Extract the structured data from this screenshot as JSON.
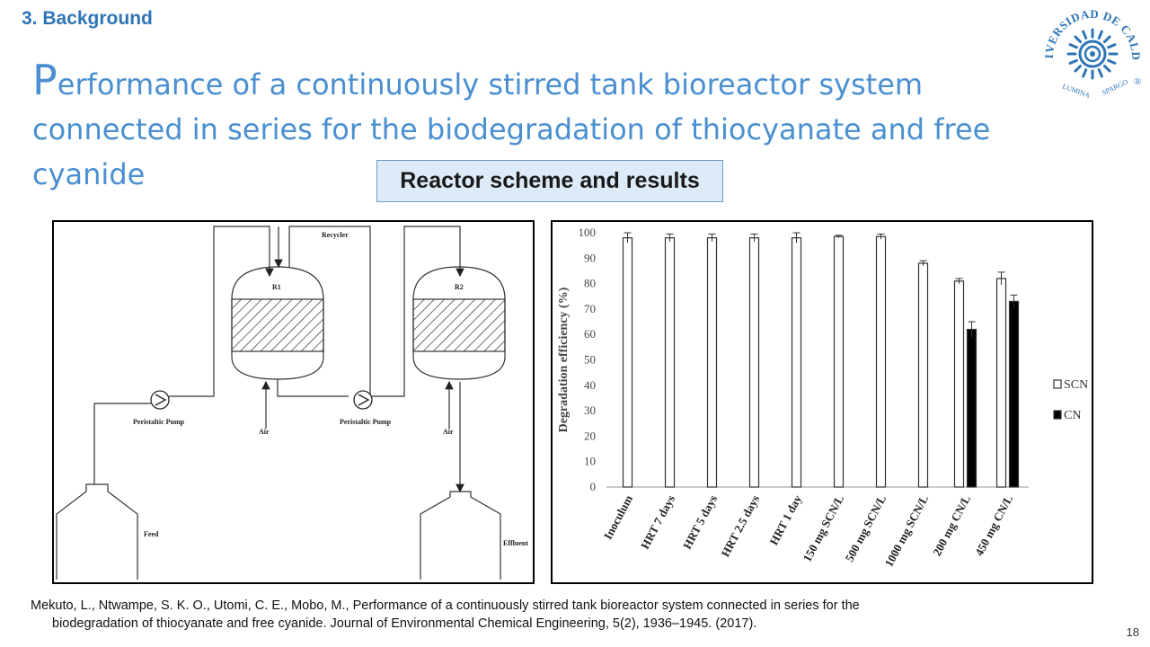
{
  "section_heading": "3. Background",
  "title": {
    "first_letter": "P",
    "rest": "erformance of a continuously stirred tank bioreactor system connected in series for the biodegradation of thiocyanate and free cyanide"
  },
  "logo": {
    "icon": "university-seal-icon",
    "arc_text": "UNIVERSIDAD DE CALDAS",
    "motto_left": "LUMINA",
    "motto_right": "SPARGO",
    "registered": "®",
    "color": "#2e75b6"
  },
  "subtitle": "Reactor scheme and results",
  "diagram": {
    "recycler": "Recycler",
    "reactor1": "R1",
    "reactor2": "R2",
    "pump1": "Peristaltic Pump",
    "pump2": "Peristaltic Pump",
    "air1": "Air",
    "air2": "Air",
    "feed": "Feed",
    "effluent": "Effluent"
  },
  "chart_data": {
    "type": "bar",
    "ylabel": "Degradation efficiency (%)",
    "ylim": [
      0,
      100
    ],
    "yticks": [
      0,
      10,
      20,
      30,
      40,
      50,
      60,
      70,
      80,
      90,
      100
    ],
    "categories": [
      "Inoculum",
      "HRT 7 days",
      "HRT 5 days",
      "HRT 2.5 days",
      "HRT 1 day",
      "150 mg SCN/L",
      "500 mg SCN/L",
      "1000 mg SCN/L",
      "200 mg CN/L",
      "450 mg CN/L"
    ],
    "series": [
      {
        "name": "SCN",
        "color": "#ffffff",
        "values": [
          98,
          98,
          98,
          98,
          98,
          98.5,
          98.5,
          88,
          81,
          82
        ],
        "errors": [
          2,
          1.5,
          1.5,
          1.5,
          2,
          0.5,
          1,
          1,
          1,
          2.5
        ]
      },
      {
        "name": "CN",
        "color": "#000000",
        "values": [
          null,
          null,
          null,
          null,
          null,
          null,
          null,
          null,
          62,
          73
        ],
        "errors": [
          null,
          null,
          null,
          null,
          null,
          null,
          null,
          null,
          3,
          2.5
        ]
      }
    ],
    "legend_position": "right",
    "grid": false
  },
  "citation": {
    "line1": "Mekuto, L., Ntwampe, S. K. O., Utomi, C. E., Mobo, M., Performance of a continuously stirred tank bioreactor system connected in series for the",
    "line2": "biodegradation of thiocyanate and free cyanide. Journal of Environmental Chemical Engineering, 5(2), 1936–1945. (2017)."
  },
  "page_number": "18"
}
